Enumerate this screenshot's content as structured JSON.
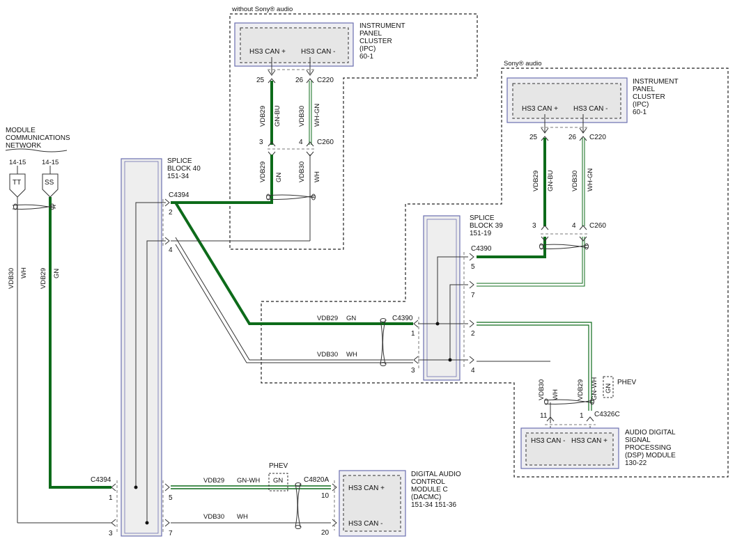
{
  "modules": {
    "ipc_top": {
      "title_lines": [
        "INSTRUMENT",
        "PANEL",
        "CLUSTER",
        "(IPC)",
        "60-1"
      ],
      "pin_left": "HS3 CAN +",
      "pin_right": "HS3 CAN -",
      "section_label": "without Sony® audio"
    },
    "ipc_right": {
      "title_lines": [
        "INSTRUMENT",
        "PANEL",
        "CLUSTER",
        "(IPC)",
        "60-1"
      ],
      "pin_left": "HS3 CAN +",
      "pin_right": "HS3 CAN -",
      "section_label": "Sony® audio"
    },
    "dsp": {
      "title_lines": [
        "AUDIO DIGITAL",
        "SIGNAL",
        "PROCESSING",
        "(DSP) MODULE",
        "130-22"
      ],
      "pin_left": "HS3 CAN -",
      "pin_right": "HS3 CAN +"
    },
    "dacmc": {
      "title_lines": [
        "DIGITAL AUDIO",
        "CONTROL",
        "MODULE C",
        "(DACMC)",
        "151-34  151-36"
      ],
      "pin_top": "HS3 CAN +",
      "pin_bottom": "HS3 CAN -"
    },
    "mcn": {
      "title_lines": [
        "MODULE",
        "COMMUNICATIONS",
        "NETWORK"
      ],
      "ref_left": "14-15",
      "ref_right": "14-15",
      "sym_left": "TT",
      "sym_right": "SS"
    }
  },
  "splice_blocks": {
    "sb40": {
      "title_lines": [
        "SPLICE",
        "BLOCK 40",
        "151-34"
      ],
      "connector": "C4394"
    },
    "sb39": {
      "title_lines": [
        "SPLICE",
        "BLOCK 39",
        "151-19"
      ],
      "connector": "C4390"
    }
  },
  "connectors": {
    "c220": "C220",
    "c260": "C260",
    "c4394": "C4394",
    "c4390": "C4390",
    "c4326c": "C4326C",
    "c4820a": "C4820A"
  },
  "pins": {
    "p25": "25",
    "p26": "26",
    "p3": "3",
    "p4": "4",
    "p2": "2",
    "p1": "1",
    "p5": "5",
    "p7": "7",
    "p10": "10",
    "p20": "20",
    "p11": "11"
  },
  "wires": {
    "vdb29": "VDB29",
    "vdb30": "VDB30",
    "gn": "GN",
    "wh": "WH",
    "gn_bu": "GN-BU",
    "wh_gn": "WH-GN",
    "gn_wh": "GN-WH",
    "phev": "PHEV"
  },
  "colors": {
    "wire_green": "#0d6b1a",
    "box_border": "#6b6fb0",
    "box_fill": "#eeeef2"
  }
}
